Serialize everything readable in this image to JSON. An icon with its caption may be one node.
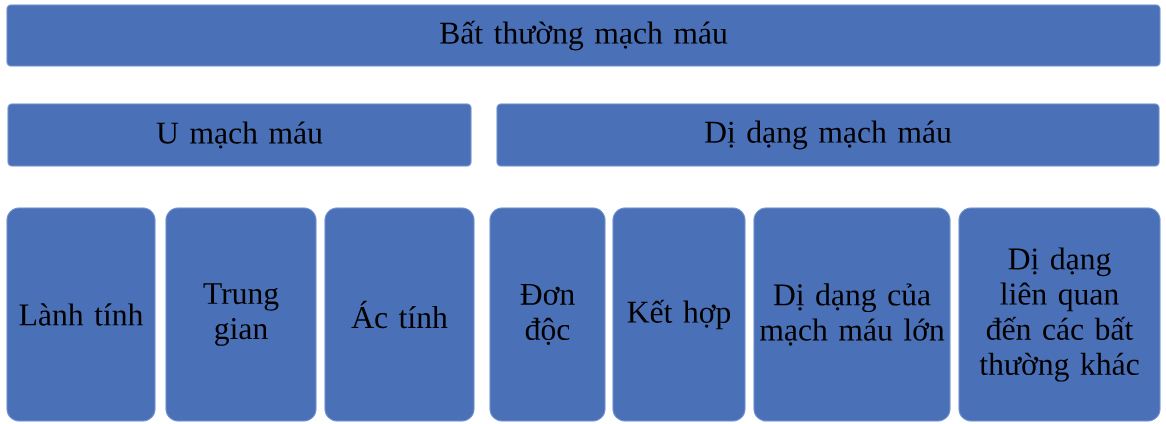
{
  "diagram": {
    "nodes": [
      {
        "text": [
          "Bất thường mạch máu"
        ]
      },
      {
        "text": [
          "U mạch máu"
        ]
      },
      {
        "text": [
          "Dị dạng mạch máu"
        ]
      },
      {
        "text": [
          "Lành tính"
        ]
      },
      {
        "text": [
          "Trung gian"
        ]
      },
      {
        "text": [
          "Ác tính"
        ]
      },
      {
        "text": [
          "Đơn độc"
        ]
      },
      {
        "text": [
          "Kết hợp"
        ]
      },
      {
        "text": [
          "Dị dạng của mạch máu lớn"
        ]
      },
      {
        "text": [
          "Dị dạng liên quan đến các bất thường khác"
        ]
      }
    ],
    "edges": []
  }
}
